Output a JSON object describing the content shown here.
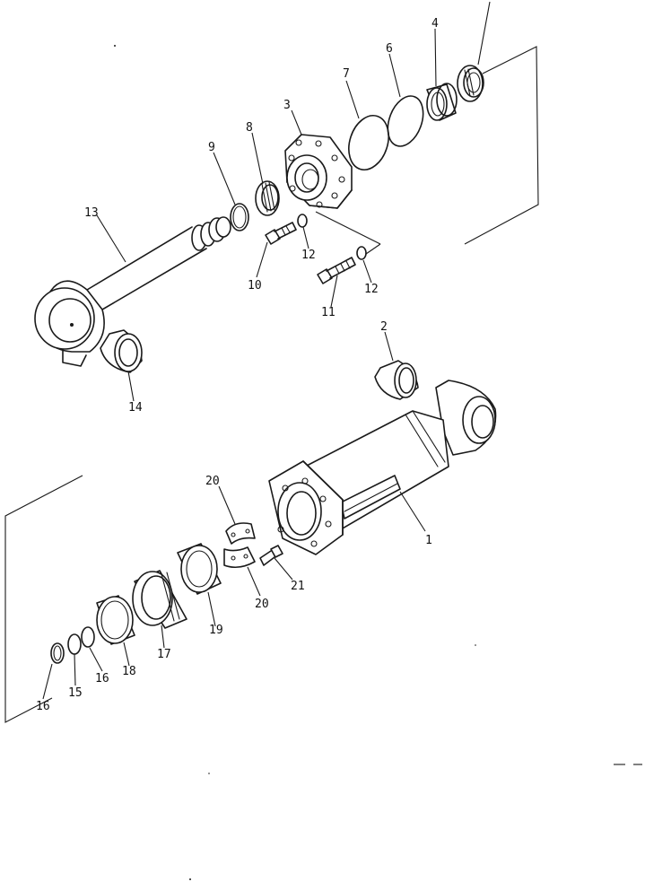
{
  "callouts": [
    {
      "id": "c1",
      "text": "1"
    },
    {
      "id": "c2",
      "text": "2"
    },
    {
      "id": "c3",
      "text": "3"
    },
    {
      "id": "c4",
      "text": "4"
    },
    {
      "id": "c6",
      "text": "6"
    },
    {
      "id": "c7",
      "text": "7"
    },
    {
      "id": "c8",
      "text": "8"
    },
    {
      "id": "c9",
      "text": "9"
    },
    {
      "id": "c10",
      "text": "10"
    },
    {
      "id": "c11",
      "text": "11"
    },
    {
      "id": "c12a",
      "text": "12"
    },
    {
      "id": "c12b",
      "text": "12"
    },
    {
      "id": "c13",
      "text": "13"
    },
    {
      "id": "c14",
      "text": "14"
    },
    {
      "id": "c15",
      "text": "15"
    },
    {
      "id": "c16a",
      "text": "16"
    },
    {
      "id": "c16b",
      "text": "16"
    },
    {
      "id": "c17",
      "text": "17"
    },
    {
      "id": "c18",
      "text": "18"
    },
    {
      "id": "c19",
      "text": "19"
    },
    {
      "id": "c20a",
      "text": "20"
    },
    {
      "id": "c20b",
      "text": "20"
    },
    {
      "id": "c21",
      "text": "21"
    }
  ]
}
